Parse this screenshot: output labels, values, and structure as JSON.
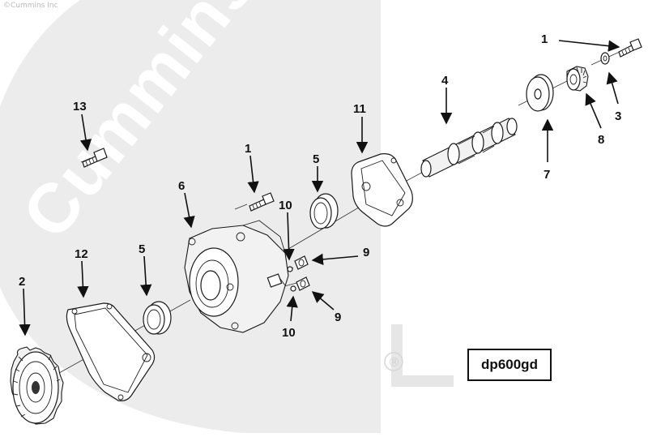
{
  "copyright": "©Cummins Inc",
  "watermark": {
    "brand": "Cummins",
    "registered": "®"
  },
  "drawing_code": "dp600gd",
  "callouts": [
    {
      "id": "c1a",
      "label": "1"
    },
    {
      "id": "c3",
      "label": "3"
    },
    {
      "id": "c8",
      "label": "8"
    },
    {
      "id": "c7",
      "label": "7"
    },
    {
      "id": "c4",
      "label": "4"
    },
    {
      "id": "c11",
      "label": "11"
    },
    {
      "id": "c13",
      "label": "13"
    },
    {
      "id": "c1b",
      "label": "1"
    },
    {
      "id": "c5a",
      "label": "5"
    },
    {
      "id": "c6",
      "label": "6"
    },
    {
      "id": "c10a",
      "label": "10"
    },
    {
      "id": "c9a",
      "label": "9"
    },
    {
      "id": "c9b",
      "label": "9"
    },
    {
      "id": "c10b",
      "label": "10"
    },
    {
      "id": "c12",
      "label": "12"
    },
    {
      "id": "c5b",
      "label": "5"
    },
    {
      "id": "c2",
      "label": "2"
    }
  ]
}
